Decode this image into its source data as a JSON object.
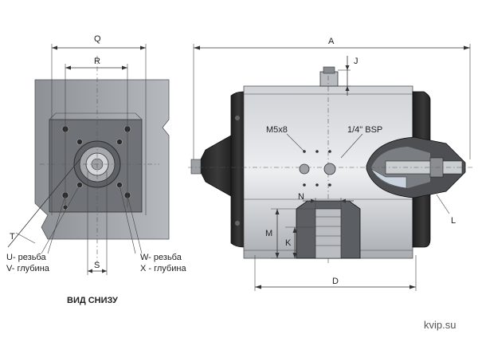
{
  "bottom_view": {
    "dim_q": "Q",
    "dim_r": "R",
    "dim_t": "T",
    "dim_s": "S",
    "note_u": "U- резьба",
    "note_v": "V- глубина",
    "note_w": "W- резьба",
    "note_x": "X - глубина",
    "caption": "ВИД СНИЗУ"
  },
  "side_view": {
    "dim_a": "A",
    "dim_j": "J",
    "dim_n": "N",
    "dim_m": "M",
    "dim_k": "K",
    "dim_l": "L",
    "dim_d": "D",
    "port_m5": "M5x8",
    "port_bsp": "1/4\" BSP"
  },
  "watermark": "kvip.su"
}
